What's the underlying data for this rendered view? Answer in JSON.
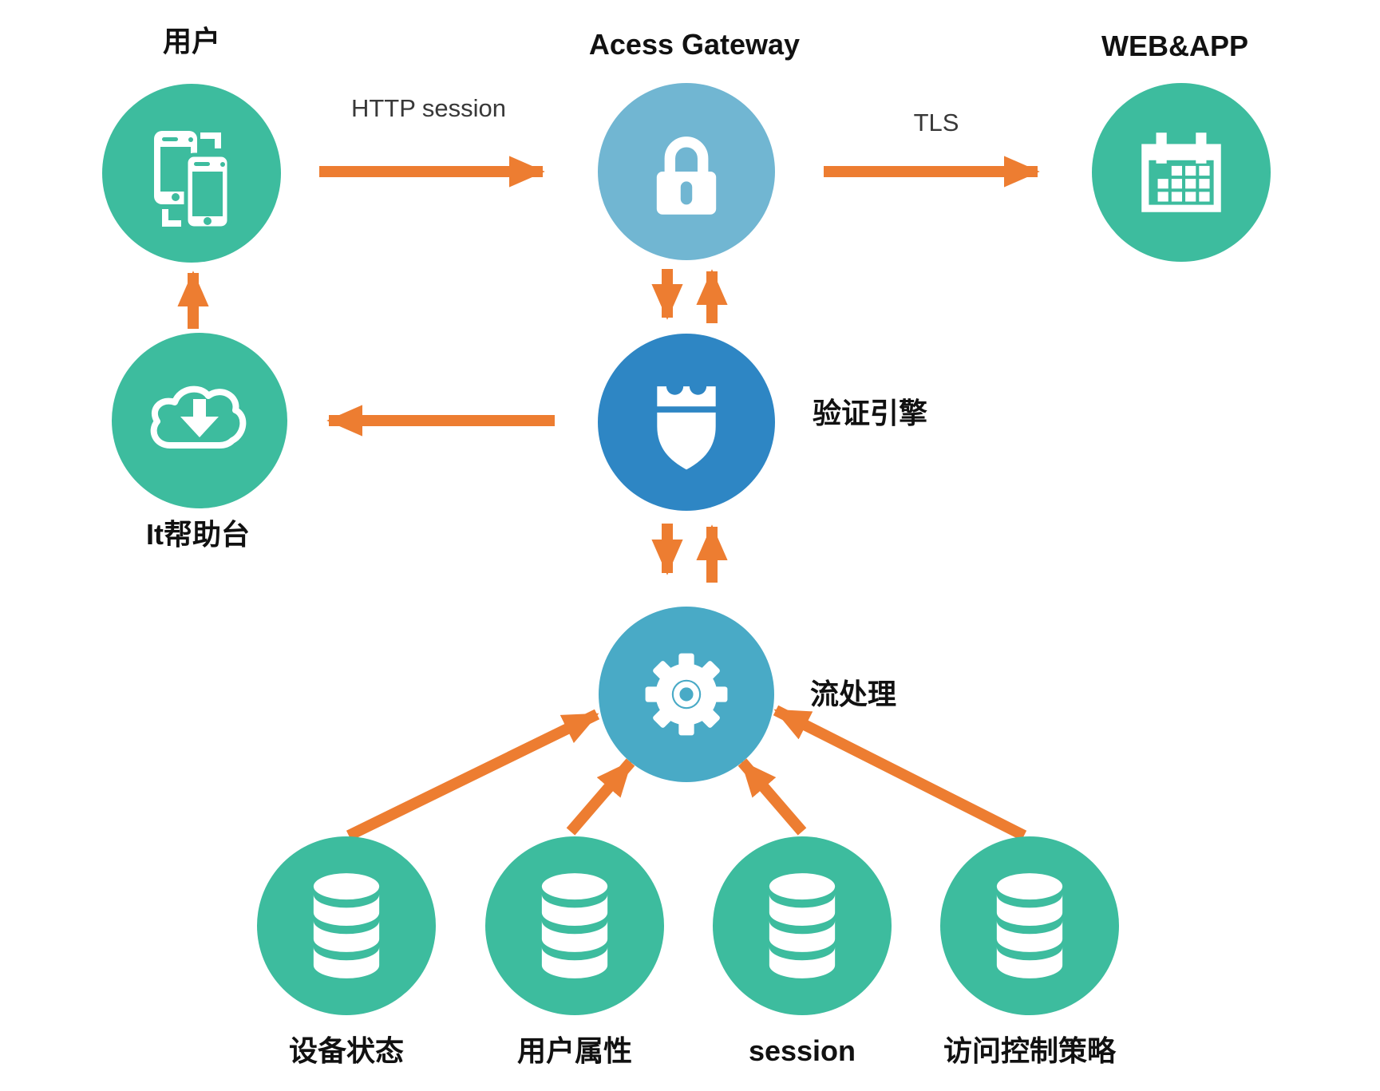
{
  "diagram": {
    "nodes": {
      "user": {
        "label": "用户",
        "icon": "phones-icon"
      },
      "gateway": {
        "label": "Acess Gateway",
        "icon": "lock-icon"
      },
      "webapp": {
        "label": "WEB&APP",
        "icon": "calendar-icon"
      },
      "helpdesk": {
        "label": "It帮助台",
        "icon": "cloud-download-icon"
      },
      "verify": {
        "label": "验证引擎",
        "icon": "shield-icon"
      },
      "stream": {
        "label": "流处理",
        "icon": "gear-icon"
      },
      "db_device": {
        "label": "设备状态",
        "icon": "database-icon"
      },
      "db_user": {
        "label": "用户属性",
        "icon": "database-icon"
      },
      "db_session": {
        "label": "session",
        "icon": "database-icon"
      },
      "db_policy": {
        "label": "访问控制策略",
        "icon": "database-icon"
      }
    },
    "edge_labels": {
      "http": "HTTP session",
      "tls": "TLS"
    },
    "colors": {
      "green": "#3DBC9E",
      "gateway_blue": "#71B6D2",
      "verify_blue": "#2E86C4",
      "stream_blue": "#49AAC6",
      "arrow_orange": "#ED7D31",
      "icon_white": "#FFFFFF",
      "text_black": "#111111"
    }
  }
}
